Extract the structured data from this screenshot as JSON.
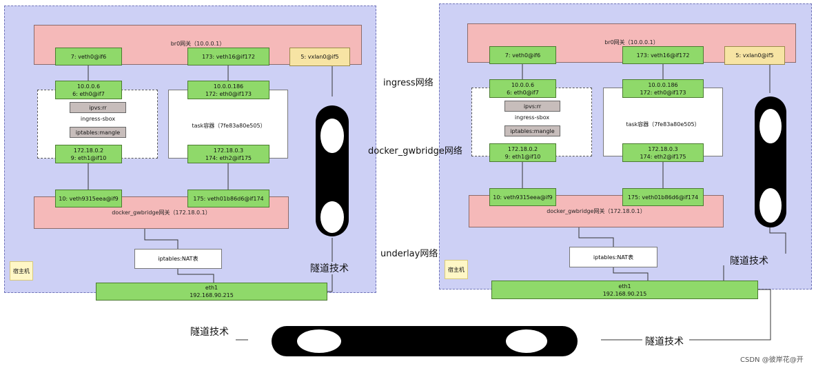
{
  "left": {
    "br0": "br0网关（10.0.0.1）",
    "veth_if6": "7: veth0@if6",
    "veth_if172": "173: veth16@if172",
    "vxlan": "5: vxlan0@if5",
    "sbox_top_ip": "10.0.0.6",
    "sbox_top_if": "6: eth0@if7",
    "task_top_ip": "10.0.0.186",
    "task_top_if": "172: eth0@if173",
    "ipvs": "ipvs:rr",
    "sbox_name": "ingress-sbox",
    "iptables_mangle": "iptables:mangle",
    "task_name": "task容器（7fe83a80e505）",
    "sbox_bot_ip": "172.18.0.2",
    "sbox_bot_if": "9: eth1@if10",
    "task_bot_ip": "172.18.0.3",
    "task_bot_if": "174: eth2@if175",
    "veth_if9": "10: veth9315eea@if9",
    "veth_if174": "175: veth01b86d6@if174",
    "gwbridge": "docker_gwbridge网关（172.18.0.1）",
    "nat": "iptables:NAT表",
    "host_note": "宿主机",
    "tunnel": "隧道技术",
    "eth1": "eth1",
    "eth1_ip": "192.168.90.215"
  },
  "right": {
    "br0": "br0网关（10.0.0.1）",
    "veth_if6": "7: veth0@if6",
    "veth_if172": "173: veth16@if172",
    "vxlan": "5: vxlan0@if5",
    "sbox_top_ip": "10.0.0.6",
    "sbox_top_if": "6: eth0@if7",
    "task_top_ip": "10.0.0.186",
    "task_top_if": "172: eth0@if173",
    "ipvs": "ipvs:rr",
    "sbox_name": "ingress-sbox",
    "iptables_mangle": "iptables:mangle",
    "task_name": "task容器（7fe83a80e505）",
    "sbox_bot_ip": "172.18.0.2",
    "sbox_bot_if": "9: eth1@if10",
    "task_bot_ip": "172.18.0.3",
    "task_bot_if": "174: eth2@if175",
    "veth_if9": "10: veth9315eea@if9",
    "veth_if174": "175: veth01b86d6@if174",
    "gwbridge": "docker_gwbridge网关（172.18.0.1）",
    "nat": "iptables:NAT表",
    "host_note": "宿主机",
    "tunnel": "隧道技术",
    "eth1": "eth1",
    "eth1_ip": "192.168.90.215"
  },
  "middle": {
    "ingress_net": "ingress网络",
    "gwbridge_net": "docker_gwbridge网络",
    "underlay_net": "underlay网络"
  },
  "bottom": {
    "tunnel_left": "隧道技术",
    "tunnel_right": "隧道技术"
  },
  "watermark": "CSDN @彼岸花@开"
}
